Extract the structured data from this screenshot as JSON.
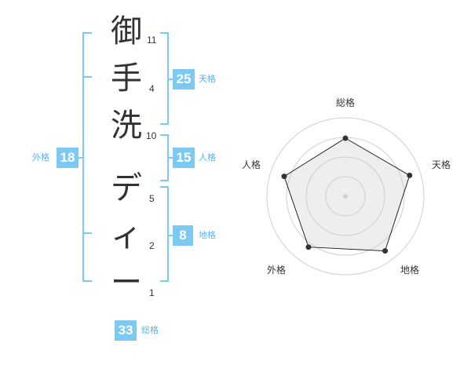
{
  "name": {
    "characters": [
      {
        "char": "御",
        "strokes": "11"
      },
      {
        "char": "手",
        "strokes": "4"
      },
      {
        "char": "洗",
        "strokes": "10"
      },
      {
        "char": "デ",
        "strokes": "5"
      },
      {
        "char": "ィ",
        "strokes": "2"
      },
      {
        "char": "ー",
        "strokes": "1"
      }
    ]
  },
  "fortune": {
    "tenkaku": {
      "value": "25",
      "label": "天格"
    },
    "jinkaku": {
      "value": "15",
      "label": "人格"
    },
    "chikaku": {
      "value": "8",
      "label": "地格"
    },
    "gaikaku": {
      "value": "18",
      "label": "外格"
    },
    "soukaku": {
      "value": "33",
      "label": "総格"
    }
  },
  "colors": {
    "accent": "#7cc9f2",
    "accent_text": "#5ab5e8"
  },
  "chart_data": {
    "type": "radar",
    "axes": [
      "総格",
      "天格",
      "地格",
      "外格",
      "人格"
    ],
    "values": [
      0.74,
      0.86,
      0.86,
      0.8,
      0.82
    ],
    "rings": 4
  }
}
